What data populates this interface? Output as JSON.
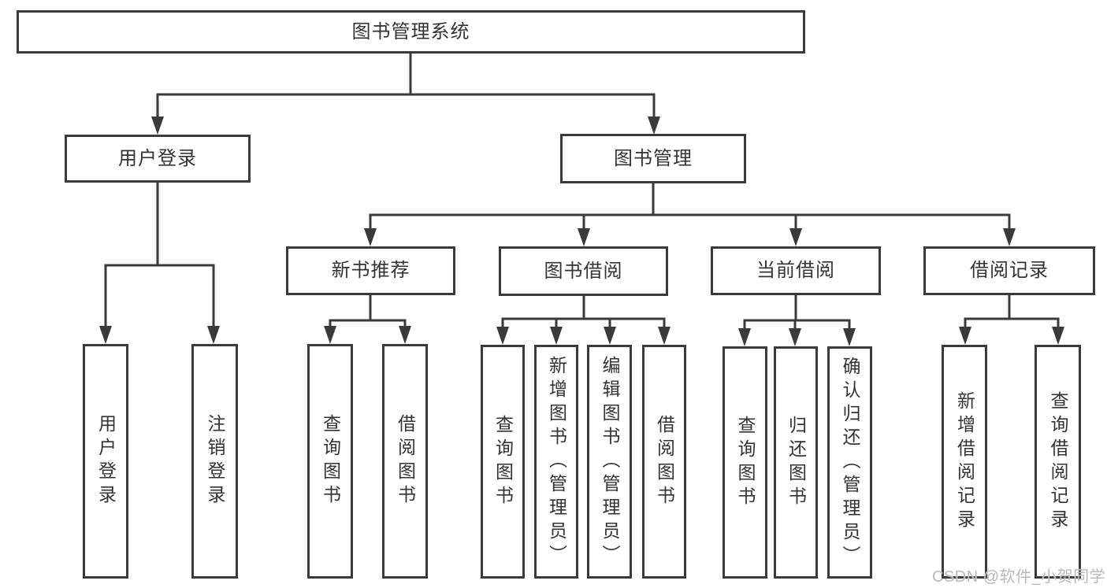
{
  "tree": {
    "root": "图书管理系统",
    "b1": {
      "label": "用户登录",
      "leaves": [
        "用户登录",
        "注销登录"
      ]
    },
    "b2": {
      "label": "图书管理",
      "sections": [
        {
          "label": "新书推荐",
          "leaves": [
            "查询图书",
            "借阅图书"
          ]
        },
        {
          "label": "图书借阅",
          "leaves": [
            "查询图书",
            "新增图书（管理员）",
            "编辑图书（管理员）",
            "借阅图书"
          ]
        },
        {
          "label": "当前借阅",
          "leaves": [
            "查询图书",
            "归还图书",
            "确认归还（管理员）"
          ]
        },
        {
          "label": "借阅记录",
          "leaves": [
            "新增借阅记录",
            "查询借阅记录"
          ]
        }
      ]
    }
  },
  "watermark": "CSDN @软件_小贺同学",
  "colors": {
    "line": "#3a3a3a",
    "text": "#333333",
    "box_background": "#ffffff",
    "page_background": "#ffffff",
    "watermark": "#b9b9b9"
  }
}
